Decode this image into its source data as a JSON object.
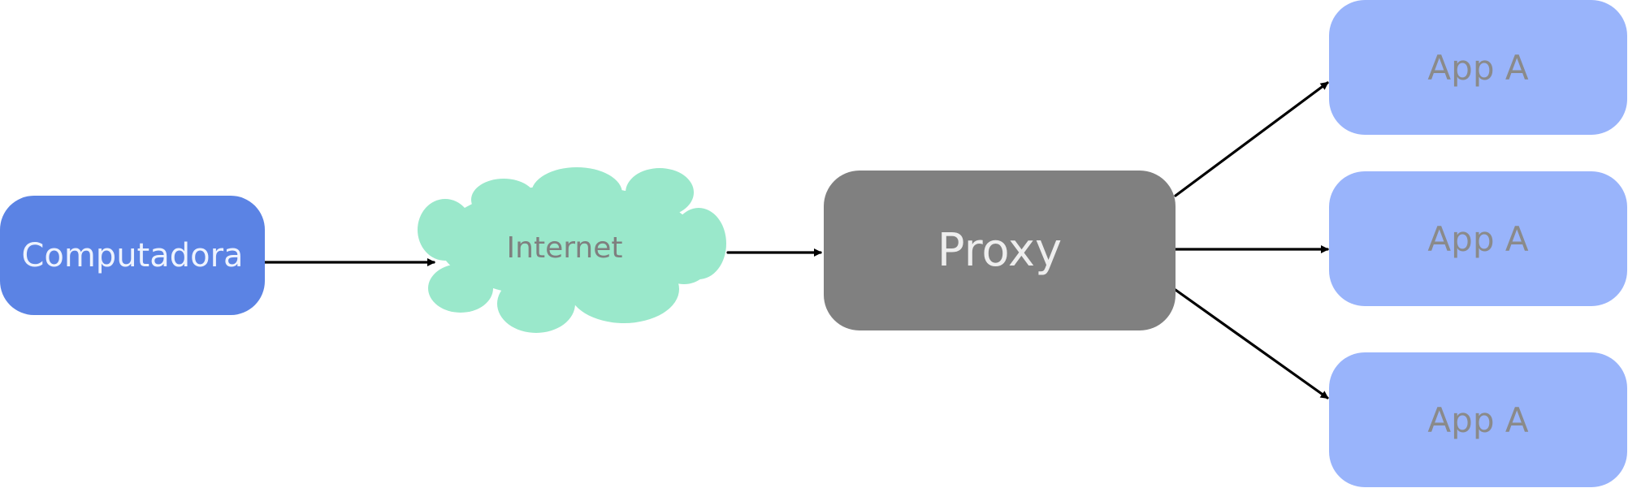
{
  "nodes": {
    "computer": {
      "label": "Computadora"
    },
    "internet": {
      "label": "Internet"
    },
    "proxy": {
      "label": "Proxy"
    },
    "apps": [
      {
        "label": "App A"
      },
      {
        "label": "App A"
      },
      {
        "label": "App A"
      }
    ]
  },
  "colors": {
    "computer_fill": "#5b83e4",
    "cloud_fill": "#9ae8cb",
    "proxy_fill": "#808080",
    "app_fill": "#99b4fb",
    "arrow_stroke": "#000000"
  },
  "edges": [
    {
      "from": "Computadora",
      "to": "Internet"
    },
    {
      "from": "Internet",
      "to": "Proxy"
    },
    {
      "from": "Proxy",
      "to": "App A (1)"
    },
    {
      "from": "Proxy",
      "to": "App A (2)"
    },
    {
      "from": "Proxy",
      "to": "App A (3)"
    }
  ]
}
